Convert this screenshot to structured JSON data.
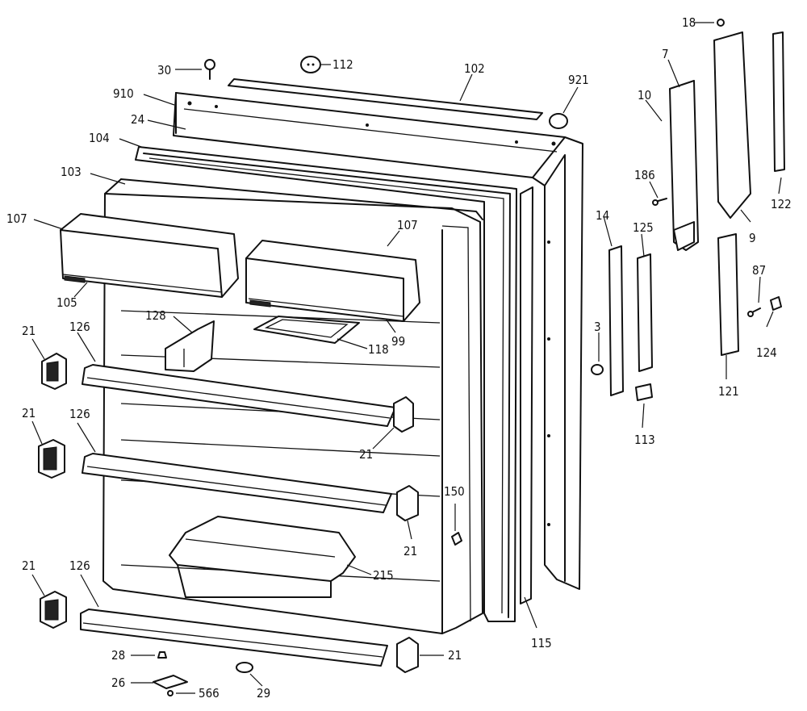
{
  "diagram": {
    "labels": [
      {
        "id": "p18",
        "text": "18"
      },
      {
        "id": "p7",
        "text": "7"
      },
      {
        "id": "p30",
        "text": "30"
      },
      {
        "id": "p112",
        "text": "112"
      },
      {
        "id": "p102",
        "text": "102"
      },
      {
        "id": "p921",
        "text": "921"
      },
      {
        "id": "p910",
        "text": "910"
      },
      {
        "id": "p10",
        "text": "10"
      },
      {
        "id": "p24",
        "text": "24"
      },
      {
        "id": "p104",
        "text": "104"
      },
      {
        "id": "p186",
        "text": "186"
      },
      {
        "id": "p103",
        "text": "103"
      },
      {
        "id": "p122",
        "text": "122"
      },
      {
        "id": "p14",
        "text": "14"
      },
      {
        "id": "p125",
        "text": "125"
      },
      {
        "id": "p9",
        "text": "9"
      },
      {
        "id": "p107a",
        "text": "107"
      },
      {
        "id": "p107b",
        "text": "107"
      },
      {
        "id": "p87",
        "text": "87"
      },
      {
        "id": "p105",
        "text": "105"
      },
      {
        "id": "p128",
        "text": "128"
      },
      {
        "id": "p3",
        "text": "3"
      },
      {
        "id": "p99",
        "text": "99"
      },
      {
        "id": "p124",
        "text": "124"
      },
      {
        "id": "p21a",
        "text": "21"
      },
      {
        "id": "p126a",
        "text": "126"
      },
      {
        "id": "p118",
        "text": "118"
      },
      {
        "id": "p121",
        "text": "121"
      },
      {
        "id": "p113",
        "text": "113"
      },
      {
        "id": "p21b",
        "text": "21"
      },
      {
        "id": "p126b",
        "text": "126"
      },
      {
        "id": "p21c",
        "text": "21"
      },
      {
        "id": "p150",
        "text": "150"
      },
      {
        "id": "p21d",
        "text": "21"
      },
      {
        "id": "p215",
        "text": "215"
      },
      {
        "id": "p21e",
        "text": "21"
      },
      {
        "id": "p126c",
        "text": "126"
      },
      {
        "id": "p115",
        "text": "115"
      },
      {
        "id": "p28",
        "text": "28"
      },
      {
        "id": "p21f",
        "text": "21"
      },
      {
        "id": "p26",
        "text": "26"
      },
      {
        "id": "p29",
        "text": "29"
      },
      {
        "id": "p566",
        "text": "566"
      }
    ]
  }
}
